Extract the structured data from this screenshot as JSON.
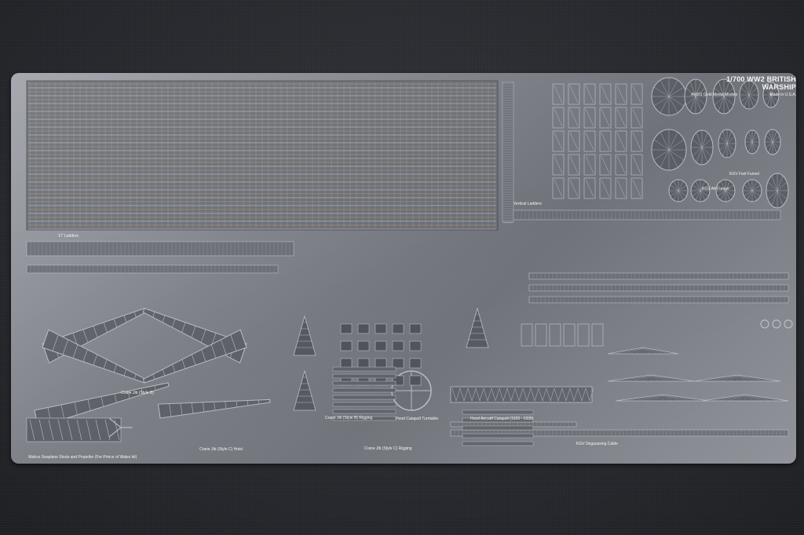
{
  "photo": {
    "subject": "photo-etched brass detail fret on dark cloth",
    "fret": {
      "title": "1/700 WW2 BRITISH WARSHIP",
      "subtitle": "AV601 Gold Medal Models",
      "made_in": "Made in U.S.A."
    },
    "labels": {
      "vertical_ladders": "Vertical Ladders",
      "crane_jib_c": "Crane Jib (Style C) Hoist",
      "walrus": "Walrus Seaplane Struts and Propeller (For Prince of Wales kit)",
      "hood_catapult": "Hood Aircraft Catapult (1929 - 1930)",
      "kgv_degaussing": "KGV Degaussing Cable",
      "hood_turntable": "Hood Catapult Turntable",
      "crane_jib_rigging": "Crane Jib (Style B) Rigging",
      "crane_jib_c_rigging": "Crane Jib (Style C) Rigging",
      "kgv_fwd_funnel": "KGV Fwd Funnel",
      "kgv_aft_funnel": "KGV Aft Funnel",
      "ladders_17ft": "17' Ladders",
      "crane_jib_style_b": "Crane Jib (Style B)"
    },
    "colors": {
      "cloth": "#2a2b30",
      "metal_light": "#a3a6ad",
      "metal_dark": "#5e6168",
      "label": "#f4f4f4"
    }
  }
}
